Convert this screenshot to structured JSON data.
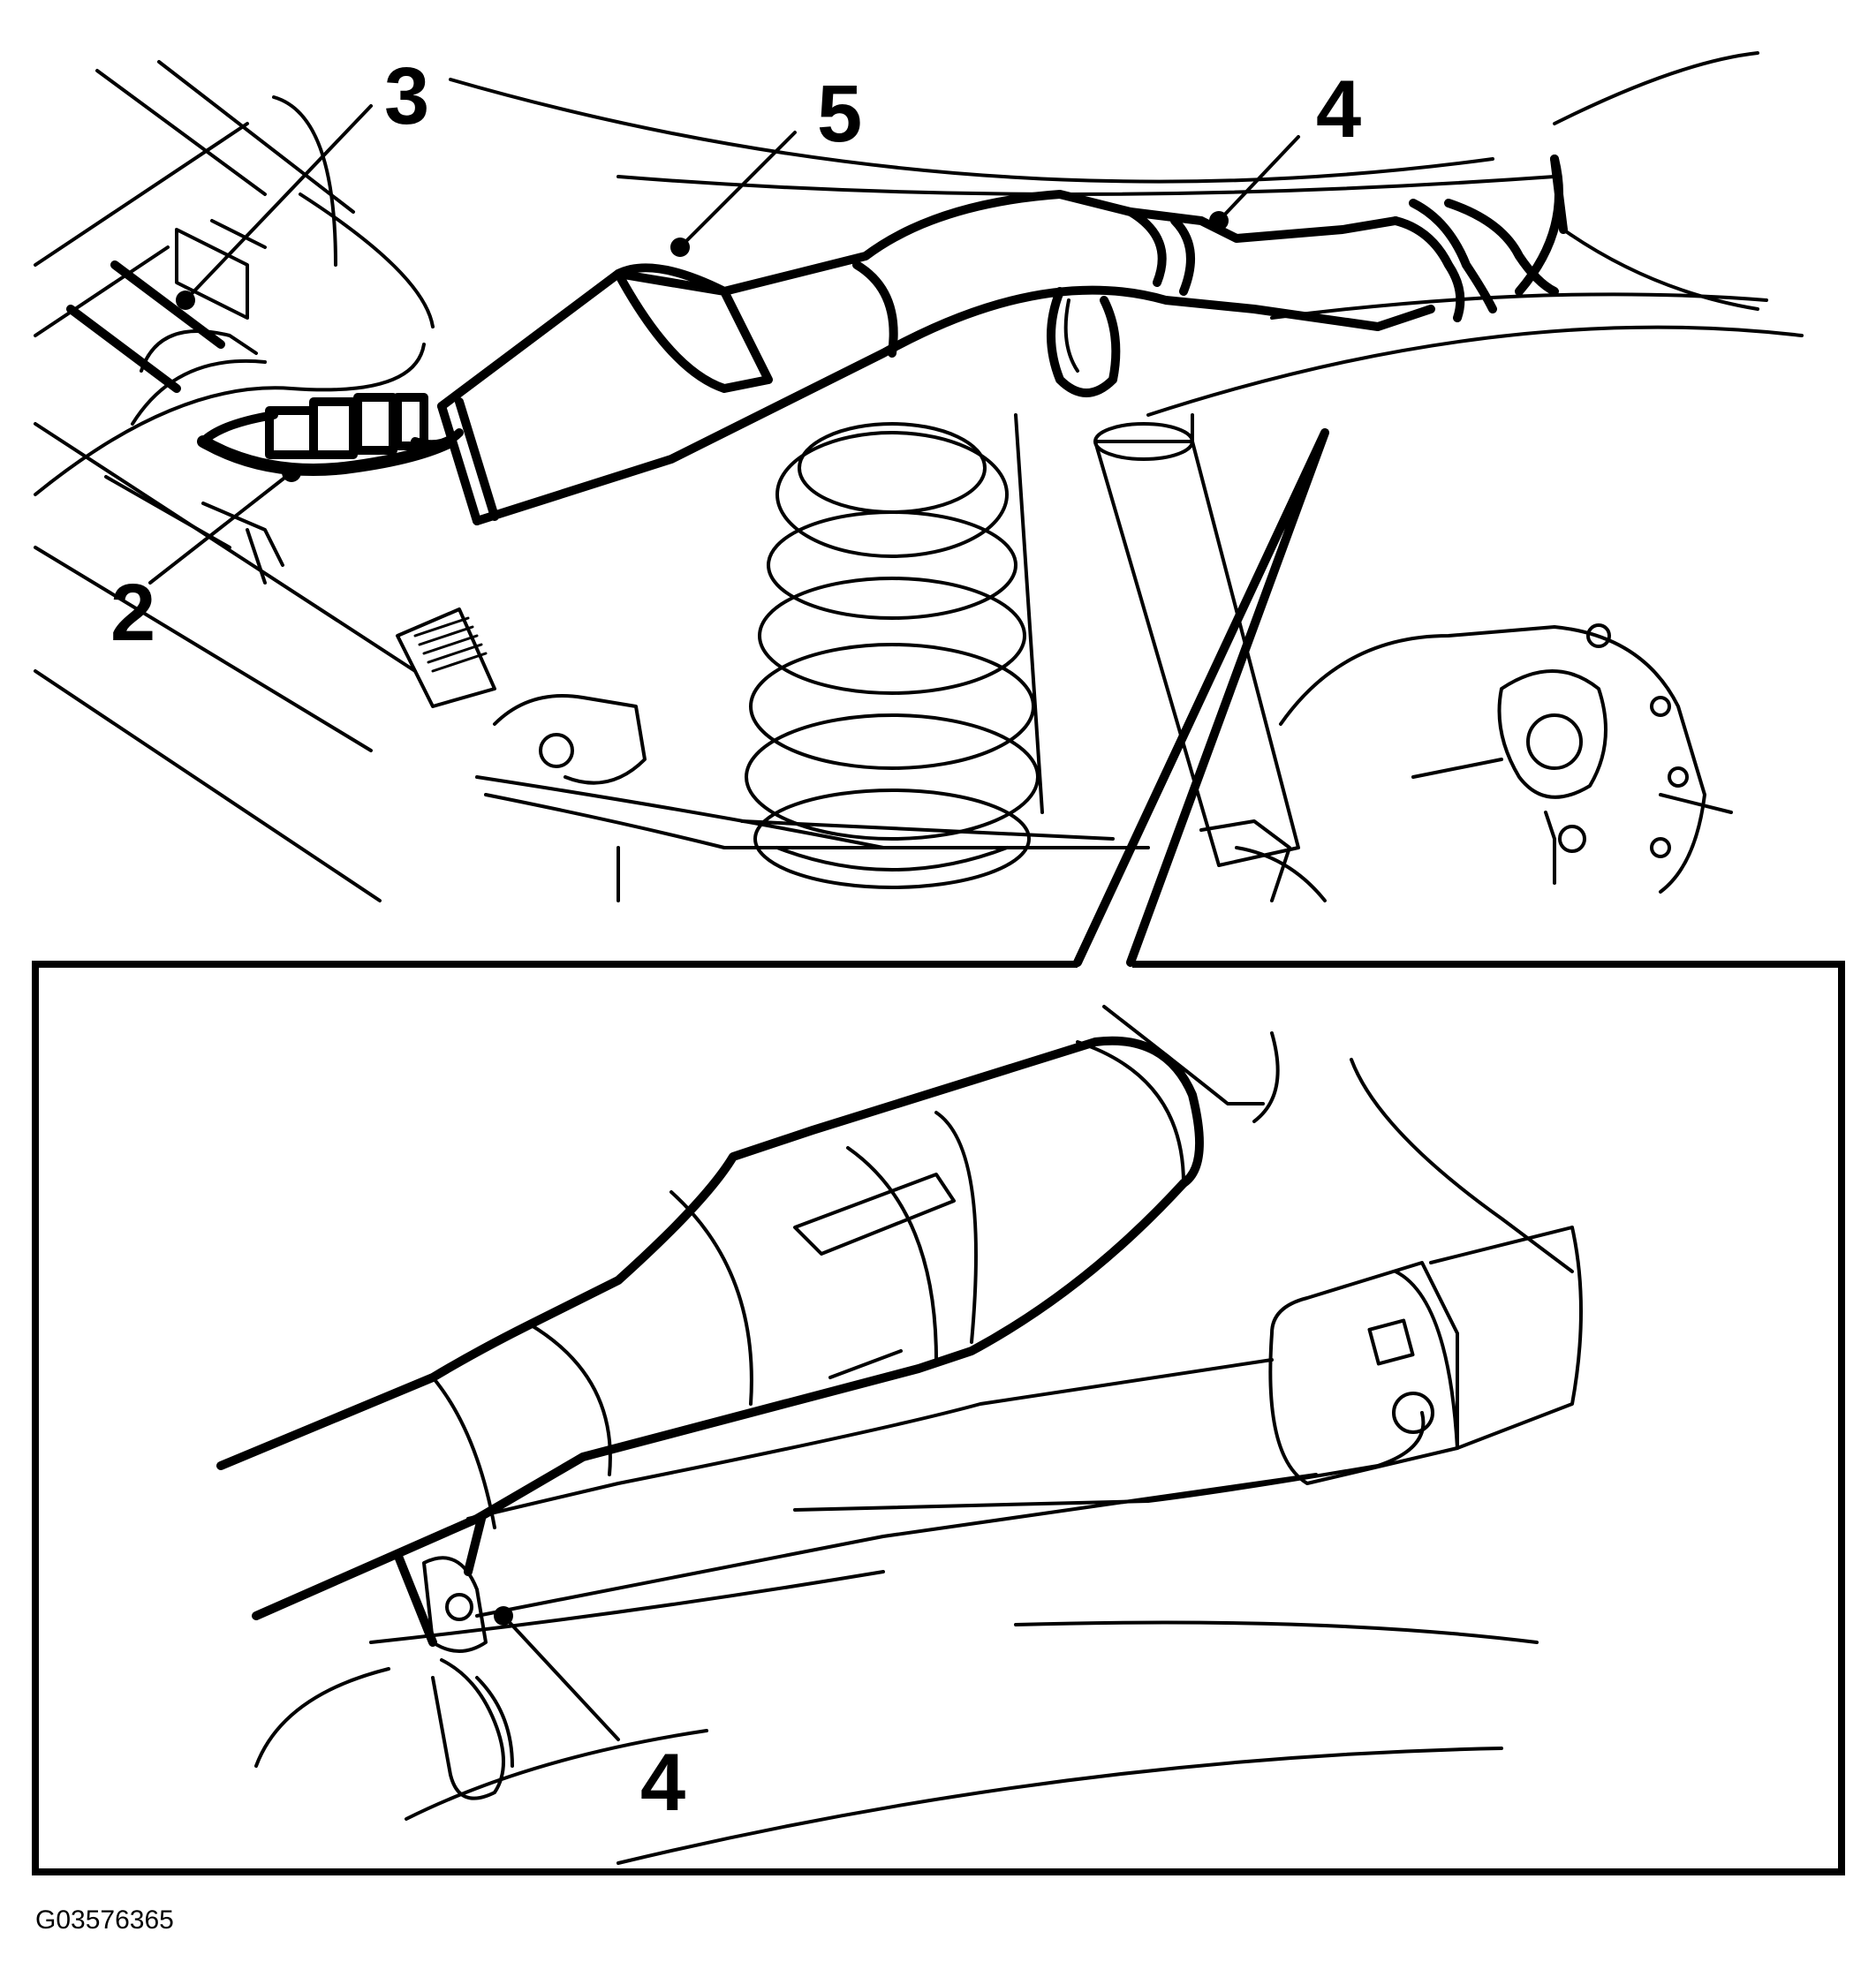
{
  "figure_id": "G03576365",
  "callouts": {
    "c2": "2",
    "c3": "3",
    "c4_top": "4",
    "c5": "5",
    "c4_detail": "4"
  }
}
